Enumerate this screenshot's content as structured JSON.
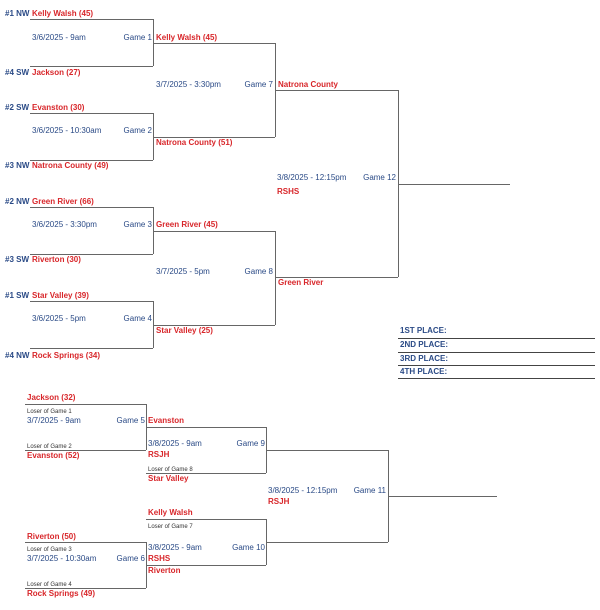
{
  "main": {
    "g1": {
      "seed_a": "#1 NW",
      "team_a": "Kelly Walsh (45)",
      "seed_b": "#4 SW",
      "team_b": "Jackson (27)",
      "date": "3/6/2025 - 9am",
      "game": "Game 1"
    },
    "g2": {
      "seed_a": "#2 SW",
      "team_a": "Evanston (30)",
      "seed_b": "#3 NW",
      "team_b": "Natrona County (49)",
      "date": "3/6/2025 - 10:30am",
      "game": "Game 2"
    },
    "g3": {
      "seed_a": "#2 NW",
      "team_a": "Green River (66)",
      "seed_b": "#3 SW",
      "team_b": "Riverton (30)",
      "date": "3/6/2025 - 3:30pm",
      "game": "Game 3"
    },
    "g4": {
      "seed_a": "#1 SW",
      "team_a": "Star Valley (39)",
      "seed_b": "#4 NW",
      "team_b": "Rock Springs (34)",
      "date": "3/6/2025 - 5pm",
      "game": "Game 4"
    },
    "g7": {
      "team_a": "Kelly Walsh (45)",
      "team_b": "Natrona County (51)",
      "date": "3/7/2025 - 3:30pm",
      "game": "Game 7",
      "winner": "Natrona County"
    },
    "g8": {
      "team_a": "Green River (45)",
      "team_b": "Star Valley (25)",
      "date": "3/7/2025 - 5pm",
      "game": "Game 8",
      "winner": "Green River"
    },
    "g12": {
      "date": "3/8/2025 - 12:15pm",
      "site": "RSHS",
      "game": "Game 12"
    }
  },
  "places": [
    "1ST PLACE:",
    "2ND PLACE:",
    "3RD PLACE:",
    "4TH PLACE:"
  ],
  "consolation": {
    "g5": {
      "team_a": "Jackson (32)",
      "note_a": "Loser of Game 1",
      "date": "3/7/2025 - 9am",
      "game": "Game 5",
      "note_b": "Loser of Game 2",
      "team_b": "Evanston (52)"
    },
    "g6": {
      "team_a": "Riverton (50)",
      "note_a": "Loser of Game 3",
      "date": "3/7/2025 - 10:30am",
      "game": "Game 6",
      "note_b": "Loser of Game 4",
      "team_b": "Rock Springs (49)"
    },
    "g9": {
      "team_a": "Evanston",
      "date": "3/8/2025 - 9am",
      "site": "RSJH",
      "game": "Game 9",
      "note_b": "Loser of Game 8",
      "team_b": "Star Valley"
    },
    "g10": {
      "team_a": "Kelly Walsh",
      "note_a": "Loser of Game 7",
      "date": "3/8/2025 - 9am",
      "site": "RSHS",
      "game": "Game 10",
      "team_b": "Riverton"
    },
    "g11": {
      "date": "3/8/2025 - 12:15pm",
      "site": "RSJH",
      "game": "Game 11"
    }
  }
}
